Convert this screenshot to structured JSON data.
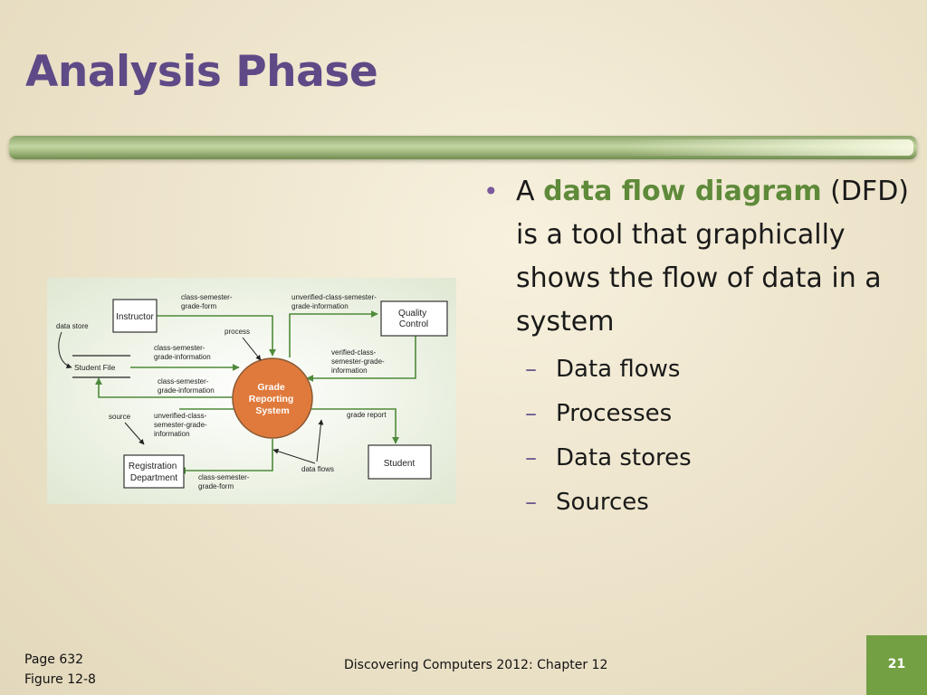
{
  "slide": {
    "title": "Analysis Phase",
    "bullet": {
      "prefix": "A ",
      "highlight": "data flow diagram",
      "text": " (DFD) is a tool that graphically shows the flow of data in a system"
    },
    "sub_bullets": [
      "Data flows",
      "Processes",
      "Data stores",
      "Sources"
    ],
    "footer": {
      "page_ref": "Page 632",
      "figure_ref": "Figure 12-8",
      "center": "Discovering Computers 2012: Chapter 12",
      "slide_number": "21"
    }
  },
  "diagram": {
    "process_lines": [
      "Grade",
      "Reporting",
      "System"
    ],
    "entities": {
      "instructor": "Instructor",
      "quality_lines": [
        "Quality",
        "Control"
      ],
      "student": "Student",
      "registration_lines": [
        "Registration",
        "Department"
      ]
    },
    "store": "Student File",
    "annotations": {
      "data_store": "data store",
      "process": "process",
      "source": "source",
      "data_flows": "data flows"
    },
    "flows": {
      "f1": [
        "class-semester-",
        "grade-form"
      ],
      "f2": [
        "unverified-class-semester-",
        "grade-information"
      ],
      "f3": [
        "class-semester-",
        "grade-information"
      ],
      "f4": [
        "verified-class-",
        "semester-grade-",
        "information"
      ],
      "f5": [
        "class-semester-",
        "grade-information"
      ],
      "f6": [
        "unverified-class-",
        "semester-grade-",
        "information"
      ],
      "f7": [
        "grade report"
      ],
      "f8": [
        "class-semester-",
        "grade-form"
      ]
    },
    "colors": {
      "process_fill": "#e07a3c",
      "flow_line": "#4e8a3a",
      "entity_border": "#333333"
    }
  }
}
